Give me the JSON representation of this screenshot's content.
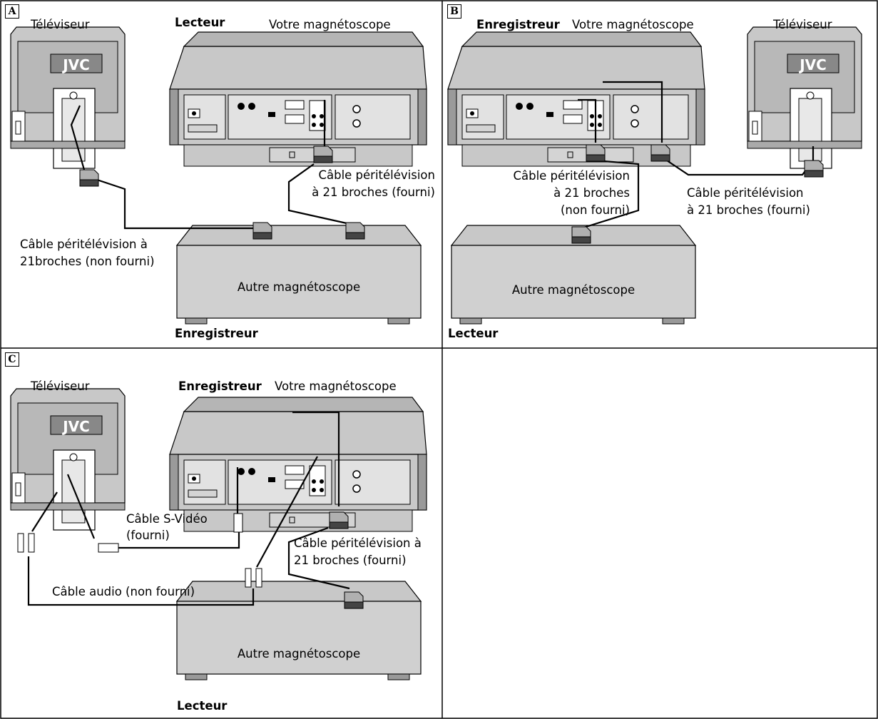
{
  "panels": {
    "a": {
      "badge": "A",
      "tv_label": "Téléviseur",
      "player_label": "Lecteur",
      "vcr_label": "Votre magnétoscope",
      "cable_provided_line1": "Câble péritélévision",
      "cable_provided_line2": "à 21 broches (fourni)",
      "cable_not_provided_line1": "Câble péritélévision à",
      "cable_not_provided_line2": "21broches (non fourni)",
      "other_vcr": "Autre magnétoscope",
      "recorder_label": "Enregistreur"
    },
    "b": {
      "badge": "B",
      "recorder_label": "Enregistreur",
      "vcr_label": "Votre magnétoscope",
      "tv_label": "Téléviseur",
      "cable_not_provided_line1": "Câble péritélévision",
      "cable_not_provided_line2": "à 21 broches",
      "cable_not_provided_line3": "(non fourni)",
      "cable_provided_line1": "Câble péritélévision",
      "cable_provided_line2": "à 21 broches (fourni)",
      "other_vcr": "Autre magnétoscope",
      "player_label": "Lecteur"
    },
    "c": {
      "badge": "C",
      "tv_label": "Téléviseur",
      "recorder_label": "Enregistreur",
      "vcr_label": "Votre magnétoscope",
      "svideo_line1": "Câble S-Vidéo",
      "svideo_line2": "(fourni)",
      "scart_line1": "Câble péritélévision à",
      "scart_line2": "21 broches (fourni)",
      "audio_cable": "Câble audio (non fourni)",
      "other_vcr": "Autre magnétoscope",
      "player_label": "Lecteur"
    }
  },
  "tv_brand": "JVC"
}
